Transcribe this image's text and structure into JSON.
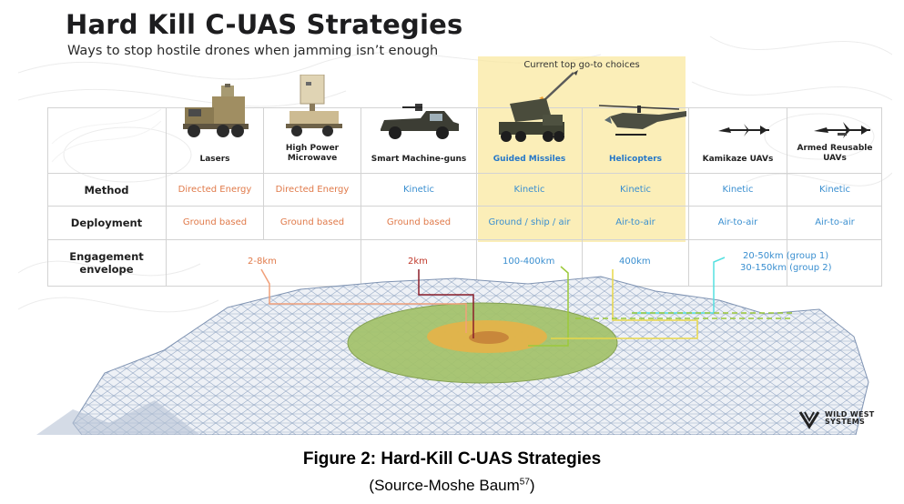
{
  "header": {
    "title": "Hard Kill C-UAS Strategies",
    "subtitle": "Ways to stop hostile drones when jamming isn’t enough"
  },
  "highlight_label": "Current top go-to choices",
  "row_labels": [
    "Method",
    "Deployment",
    "Engagement envelope"
  ],
  "columns": [
    {
      "name": "Lasers",
      "method": "Directed Energy",
      "deployment": "Ground based",
      "vehicle_icon": "laser-truck-icon"
    },
    {
      "name": "High Power Microwave",
      "method": "Directed Energy",
      "deployment": "Ground based",
      "vehicle_icon": "microwave-truck-icon"
    },
    {
      "name": "Smart Machine-guns",
      "method": "Kinetic",
      "deployment": "Ground based",
      "vehicle_icon": "pickup-gun-icon"
    },
    {
      "name": "Guided Missiles",
      "method": "Kinetic",
      "deployment": "Ground / ship / air",
      "vehicle_icon": "missile-launcher-icon"
    },
    {
      "name": "Helicopters",
      "method": "Kinetic",
      "deployment": "Air-to-air",
      "vehicle_icon": "helicopter-icon"
    },
    {
      "name": "Kamikaze UAVs",
      "method": "Kinetic",
      "deployment": "Air-to-air",
      "vehicle_icon": "kamikaze-drone-icon"
    },
    {
      "name": "Armed Reusable UAVs",
      "method": "Kinetic",
      "deployment": "Air-to-air",
      "vehicle_icon": "armed-drone-icon"
    }
  ],
  "envelopes": {
    "directed_energy": "2-8km",
    "machine_guns": "2km",
    "missiles": "100-400km",
    "helicopters": "400km",
    "uav_group1": "20-50km (group 1)",
    "uav_group2": "30-150km (group 2)"
  },
  "logo": {
    "line1": "WILD WEST",
    "line2": "SYSTEMS"
  },
  "caption": {
    "title": "Figure 2: Hard-Kill C-UAS Strategies",
    "source": "(Source-Moshe Baum",
    "source_ref": "57",
    "source_close": ")"
  },
  "colors": {
    "directed_energy": "#e07a4a",
    "kinetic": "#3a8fd0",
    "highlight": "#fae8a0",
    "terrain_mesh": "#8aa3c4",
    "zone_outer": "#a3c26a",
    "zone_inner": "#e3b34a",
    "machine_gun_line": "#8b1f2a",
    "missile_line": "#9cc93a",
    "helicopter_line": "#e8d84a",
    "uav_line": "#55e0e0"
  }
}
